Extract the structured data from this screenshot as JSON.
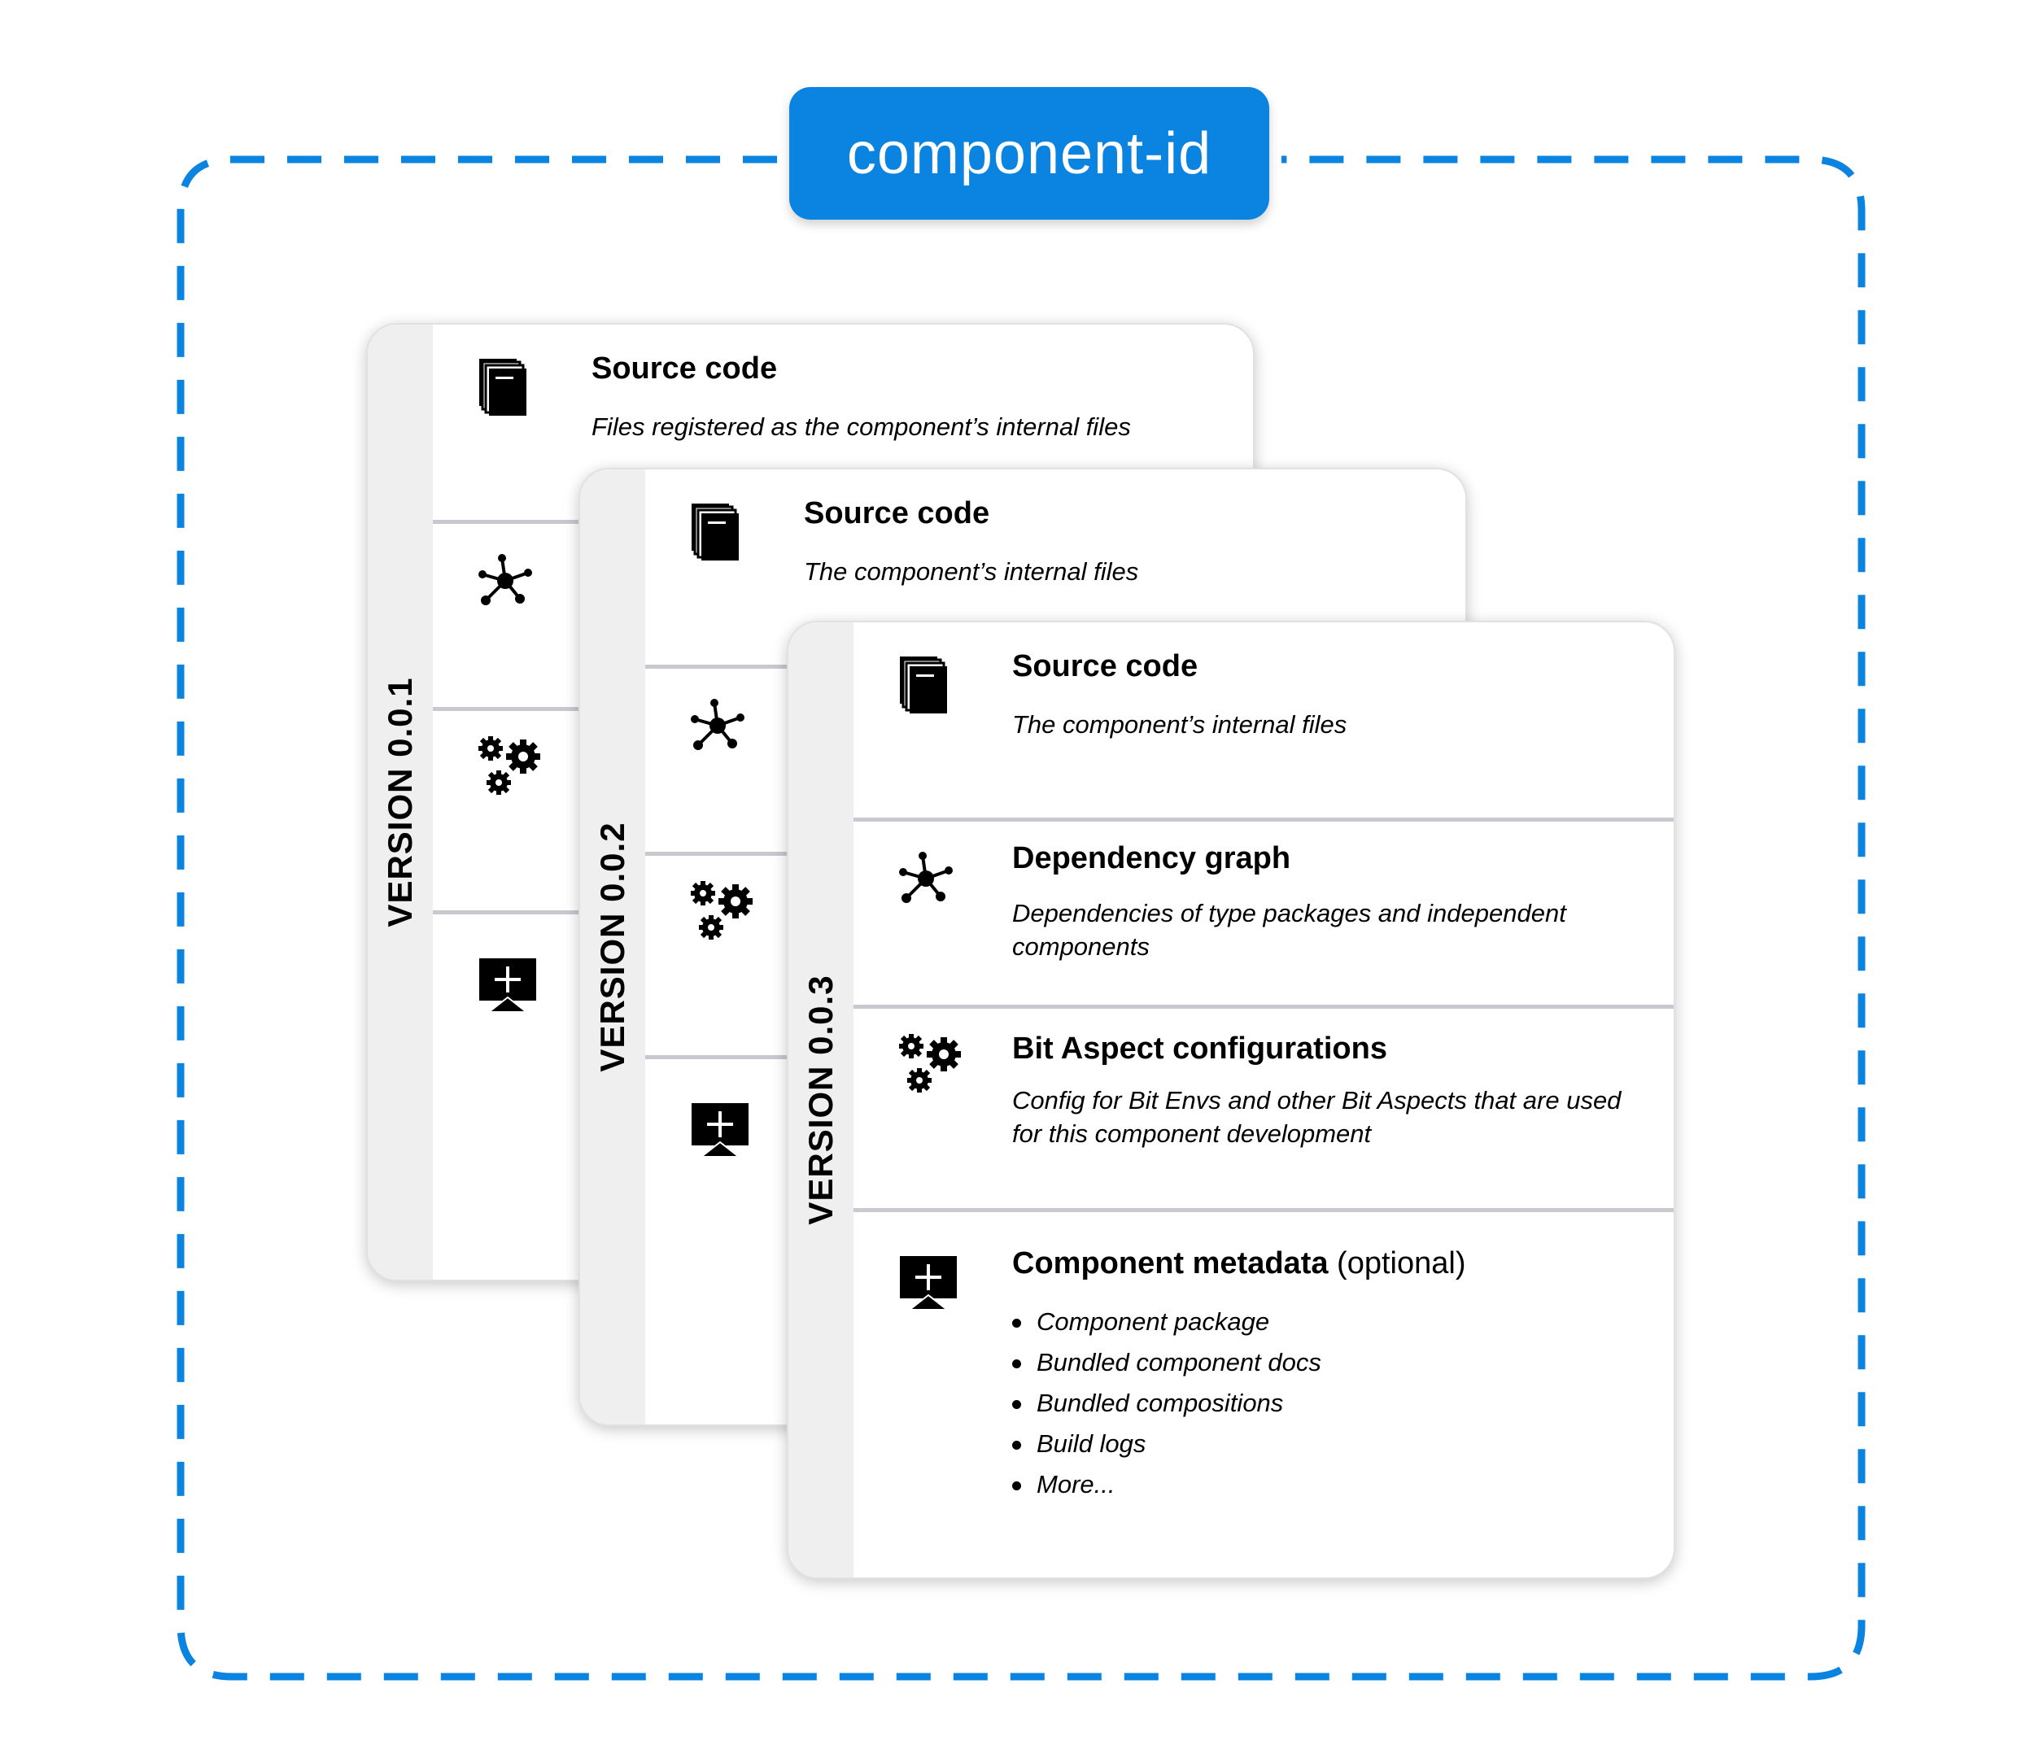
{
  "component_id": "component-id",
  "versions": [
    {
      "label": "VERSION 0.0.1",
      "source_code": {
        "title": "Source code",
        "desc": "Files registered as the component’s internal files"
      }
    },
    {
      "label": "VERSION 0.0.2",
      "source_code": {
        "title": "Source code",
        "desc": "The component’s internal files"
      }
    },
    {
      "label": "VERSION 0.0.3",
      "source_code": {
        "title": "Source code",
        "desc": "The component’s internal files"
      },
      "dependency_graph": {
        "title": "Dependency graph",
        "desc": "Dependencies of type packages and independent components"
      },
      "aspect_config": {
        "title": "Bit Aspect configurations",
        "desc": "Config for Bit Envs and other Bit Aspects that are used for this component development"
      },
      "metadata": {
        "title": "Component metadata",
        "title_suffix": "(optional)",
        "items": [
          "Component package",
          "Bundled component docs",
          "Bundled compositions",
          "Build logs",
          "More..."
        ]
      }
    }
  ],
  "icons": {
    "source_code": "files-icon",
    "dependency_graph": "graph-icon",
    "aspect_config": "gears-icon",
    "metadata": "package-icon"
  },
  "colors": {
    "accent": "#0a84e0",
    "divider": "#c8c8d0",
    "sidebar": "#efefef"
  }
}
